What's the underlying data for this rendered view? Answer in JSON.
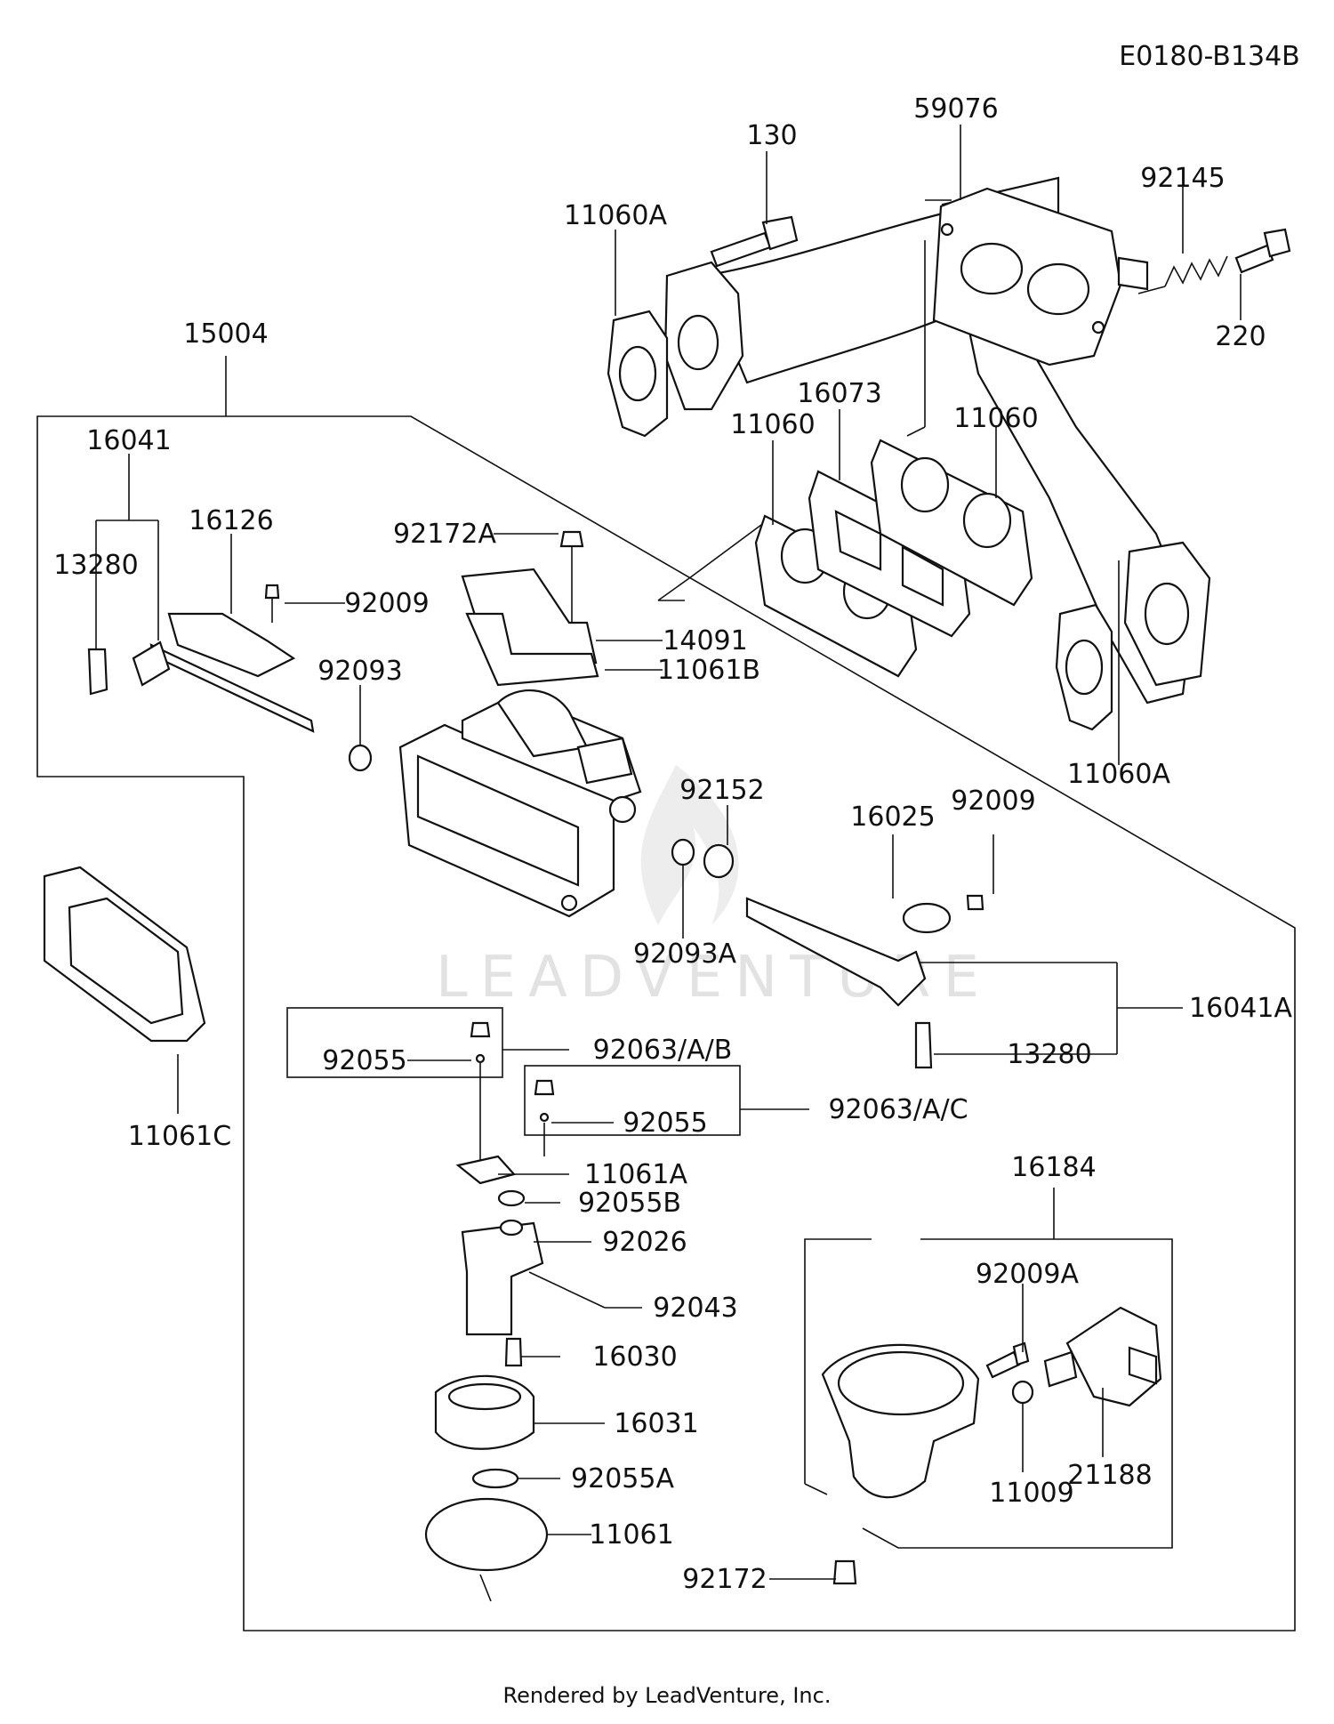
{
  "diagram_code": "E0180-B134B",
  "watermark": "LEADVENTURE",
  "footer": "Rendered by LeadVenture, Inc.",
  "labels": {
    "p130": "130",
    "p59076": "59076",
    "p92145": "92145",
    "p11060A_top": "11060A",
    "p220": "220",
    "p15004": "15004",
    "p16073": "16073",
    "p11060_left": "11060",
    "p11060_right": "11060",
    "p16041": "16041",
    "p16126": "16126",
    "p13280_left": "13280",
    "p92172A": "92172A",
    "p92009_top": "92009",
    "p92093": "92093",
    "p14091": "14091",
    "p11061B": "11061B",
    "p11060A_bottom": "11060A",
    "p92152": "92152",
    "p16025": "16025",
    "p92009_right": "92009",
    "p92093A": "92093A",
    "p16041A": "16041A",
    "p13280_right": "13280",
    "p11061C": "11061C",
    "p92055_a": "92055",
    "p92063AB": "92063/A/B",
    "p92055_b": "92055",
    "p92063AC": "92063/A/C",
    "p11061A": "11061A",
    "p92055B": "92055B",
    "p92026": "92026",
    "p92043": "92043",
    "p16030": "16030",
    "p16031": "16031",
    "p92055A": "92055A",
    "p11061": "11061",
    "p92172": "92172",
    "p16184": "16184",
    "p92009A": "92009A",
    "p21188": "21188",
    "p11009": "11009"
  }
}
